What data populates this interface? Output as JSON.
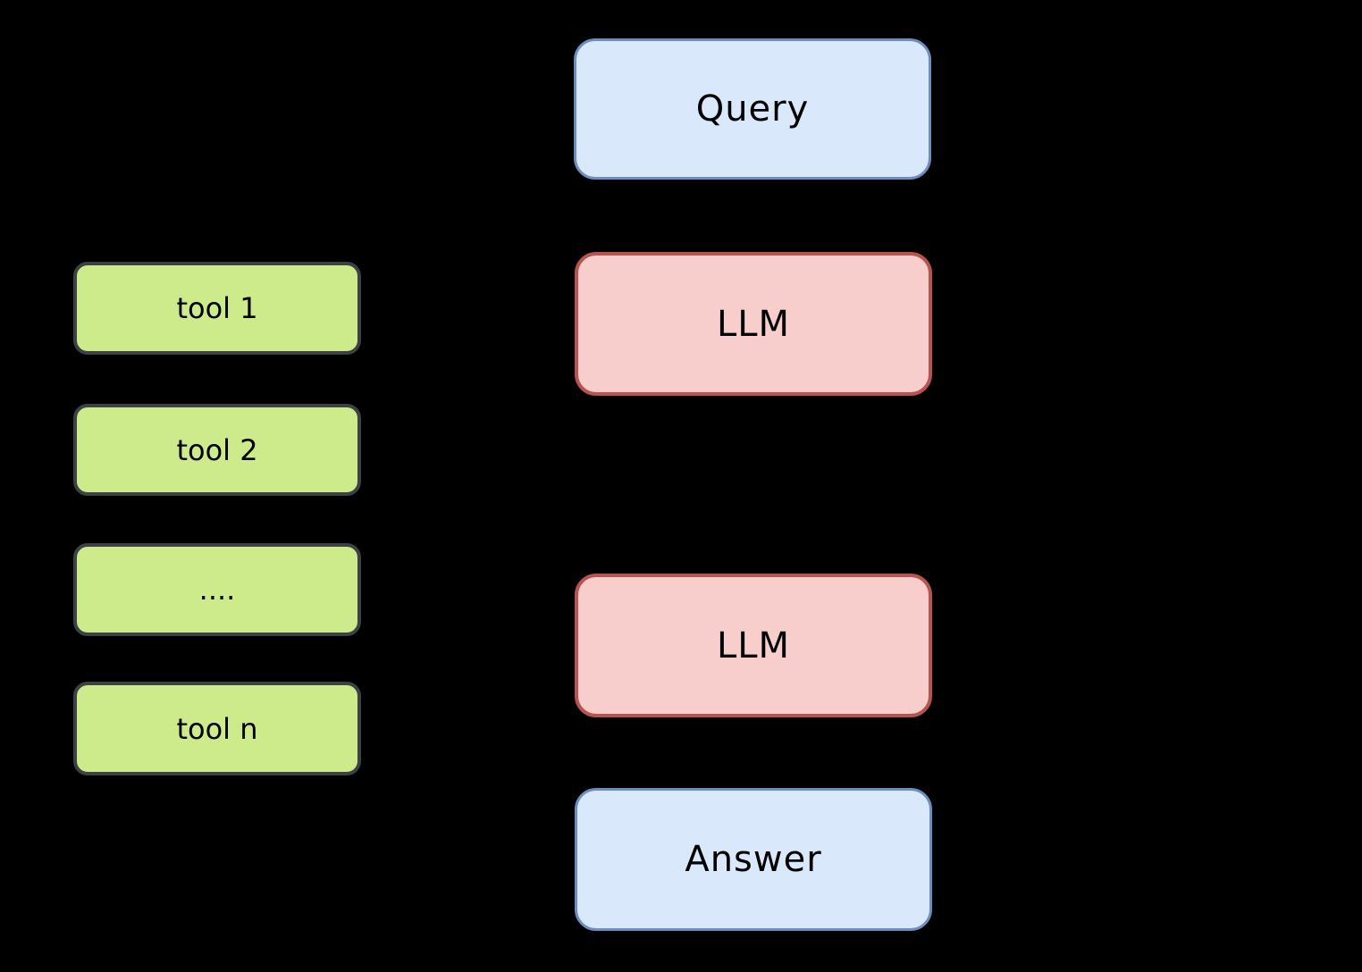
{
  "canvas": {
    "background": "#000000",
    "text_color": "#000000"
  },
  "flow": {
    "query": {
      "label": "Query",
      "fill": "#dae8fc",
      "stroke": "#6c8ebf"
    },
    "llm_top": {
      "label": "LLM",
      "fill": "#f8cecc",
      "stroke": "#b85450"
    },
    "llm_bottom": {
      "label": "LLM",
      "fill": "#f8cecc",
      "stroke": "#b85450"
    },
    "answer": {
      "label": "Answer",
      "fill": "#dae8fc",
      "stroke": "#6c8ebf"
    }
  },
  "tools": {
    "tool_1": {
      "label": "tool 1",
      "fill": "#cdeb8b",
      "stroke": "#3c4146"
    },
    "tool_2": {
      "label": "tool 2",
      "fill": "#cdeb8b",
      "stroke": "#3c4146"
    },
    "tool_ellipsis": {
      "label": "....",
      "fill": "#cdeb8b",
      "stroke": "#3c4146"
    },
    "tool_n": {
      "label": "tool n",
      "fill": "#cdeb8b",
      "stroke": "#3c4146"
    }
  }
}
